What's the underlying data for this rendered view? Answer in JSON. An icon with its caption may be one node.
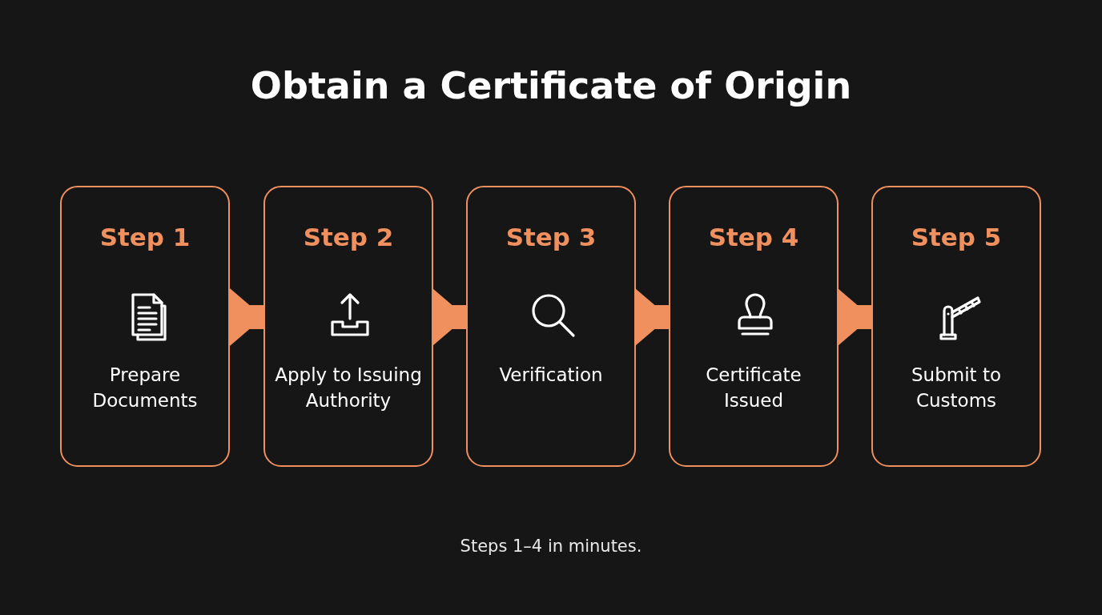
{
  "diagram": {
    "title": "Obtain a Certificate of Origin",
    "nodes": [
      {
        "text": [
          "Step 1",
          "Prepare Documents"
        ]
      },
      {
        "text": [
          "Step 2",
          "Apply to Issuing Authority"
        ]
      },
      {
        "text": [
          "Step 3",
          "Verification"
        ]
      },
      {
        "text": [
          "Step 4",
          "Certificate Issued"
        ]
      },
      {
        "text": [
          "Step 5",
          "Submit to Customs"
        ]
      }
    ],
    "edges": [
      {
        "from": 0,
        "to": 1,
        "arrow": "to"
      },
      {
        "from": 1,
        "to": 2,
        "arrow": "to"
      },
      {
        "from": 2,
        "to": 3,
        "arrow": "to"
      },
      {
        "from": 3,
        "to": 4,
        "arrow": "to"
      }
    ],
    "caption": "Steps 1–4 in minutes."
  }
}
